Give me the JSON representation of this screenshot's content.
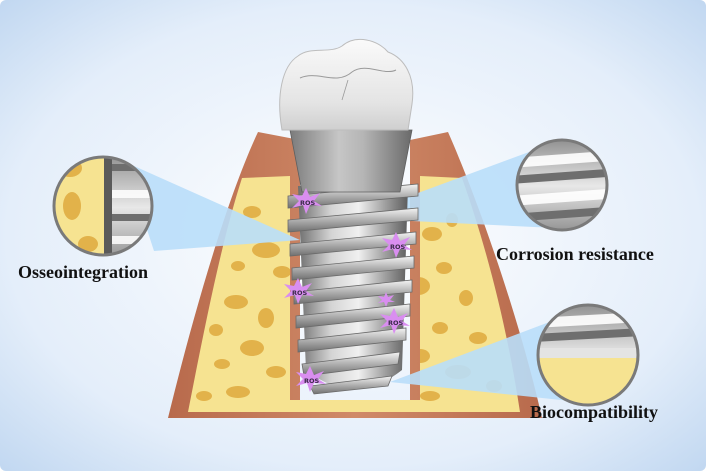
{
  "labels": {
    "osseointegration": "Osseointegration",
    "corrosion_resistance": "Corrosion resistance",
    "biocompatibility": "Biocompatibility"
  },
  "ros": {
    "label": "ROS",
    "count": 6
  },
  "colors": {
    "background_center": "#ffffff",
    "background_edge": "#c2d8f1",
    "gum": "#c98060",
    "bone": "#f5e08e",
    "bone_pores": "#e0b048",
    "implant_metal": "#9a9a9a",
    "crown": "#efefef",
    "callout_cone": "#b9defa",
    "ros_burst": "#d98ef0"
  },
  "icons": [
    "tooth-crown-icon",
    "implant-screw-icon",
    "magnifier-circle-icon",
    "ros-burst-icon"
  ]
}
